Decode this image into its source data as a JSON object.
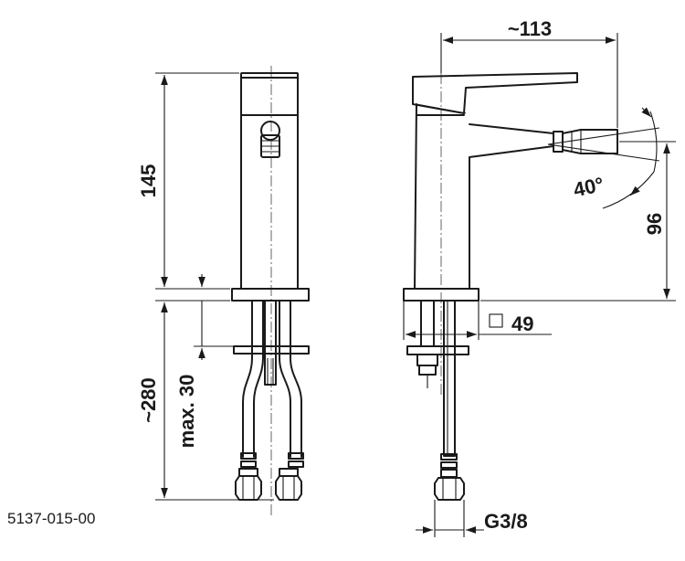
{
  "product_code": "5137-015-00",
  "dimensions": {
    "height_body": "145",
    "reach": "~113",
    "spout_height": "96",
    "base_size": "49",
    "pipe_length": "~280",
    "max_thickness": "max. 30",
    "connection": "G3/8",
    "tilt_angle": "40°"
  }
}
